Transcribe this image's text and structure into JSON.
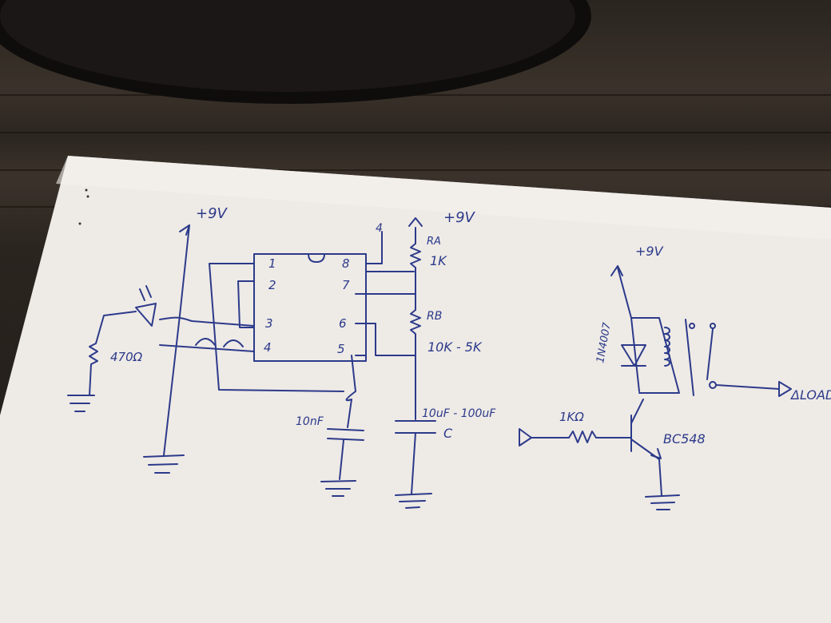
{
  "vcc_label_left": "+9V",
  "vcc_label_center": "+9V",
  "vcc_label_relay": "+9V",
  "ic_pins": {
    "p1": "1",
    "p2": "2",
    "p3": "3",
    "p4": "4",
    "p5": "5",
    "p6": "6",
    "p7": "7",
    "p8": "8"
  },
  "pin4_top_label": "4",
  "ra_label": "RA",
  "ra_value": "1K",
  "rb_label": "RB",
  "rb_value": "10K - 5K",
  "c_small_value": "10nF",
  "c_timing_value": "10uF - 100uF",
  "c_timing_label": "C",
  "ldr_resistor_value": "470Ω",
  "base_resistor_value": "1KΩ",
  "diode_label": "1N4007",
  "transistor_label": "BC548",
  "output_label": "ΔLOAD"
}
